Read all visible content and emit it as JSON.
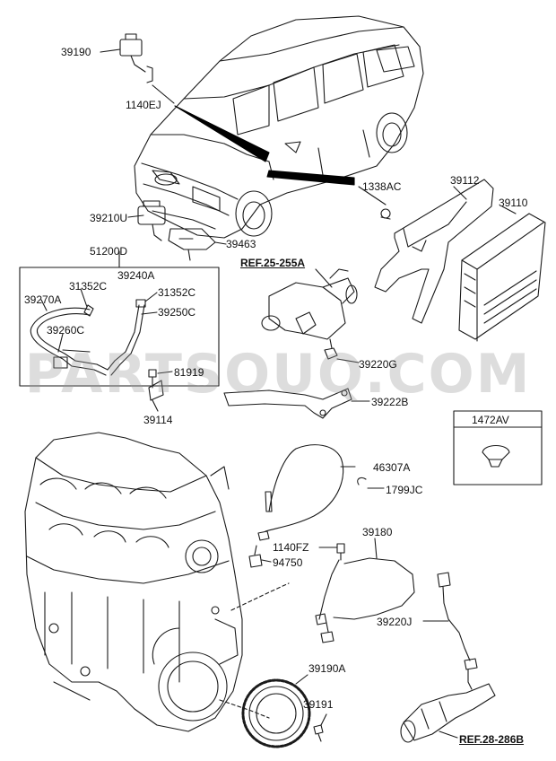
{
  "watermark": "PARTSOUQ.COM",
  "labels": {
    "p39190": "39190",
    "p1140EJ": "1140EJ",
    "p1338AC": "1338AC",
    "p39112": "39112",
    "p39110": "39110",
    "p39210U": "39210U",
    "p39463": "39463",
    "p51200D": "51200D",
    "p39240A": "39240A",
    "ref25": "REF.25-255A",
    "p31352C_a": "31352C",
    "p31352C_b": "31352C",
    "p39270A": "39270A",
    "p39250C": "39250C",
    "p39260C": "39260C",
    "p39220G": "39220G",
    "p81919": "81919",
    "p39222B": "39222B",
    "p39114": "39114",
    "p1472AV": "1472AV",
    "p46307A": "46307A",
    "p1799JC": "1799JC",
    "p39180": "39180",
    "p1140FZ": "1140FZ",
    "p94750": "94750",
    "p39220J": "39220J",
    "p39190A": "39190A",
    "p39191": "39191",
    "ref28": "REF.28-286B"
  },
  "colors": {
    "line": "#1a1a1a",
    "leader_fill": "#000000",
    "watermark": "#969696"
  }
}
